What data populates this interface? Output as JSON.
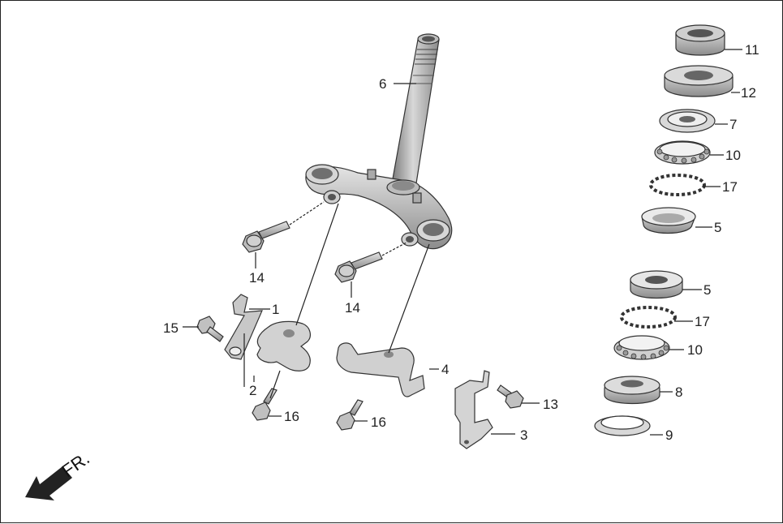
{
  "diagram": {
    "direction_label": "FR.",
    "callouts": {
      "c1": "1",
      "c2": "2",
      "c3": "3",
      "c4": "4",
      "c5a": "5",
      "c5b": "5",
      "c6": "6",
      "c7": "7",
      "c8": "8",
      "c9": "9",
      "c10a": "10",
      "c10b": "10",
      "c11": "11",
      "c12": "12",
      "c13": "13",
      "c14a": "14",
      "c14b": "14",
      "c15": "15",
      "c16a": "16",
      "c16b": "16",
      "c17a": "17",
      "c17b": "17"
    }
  }
}
